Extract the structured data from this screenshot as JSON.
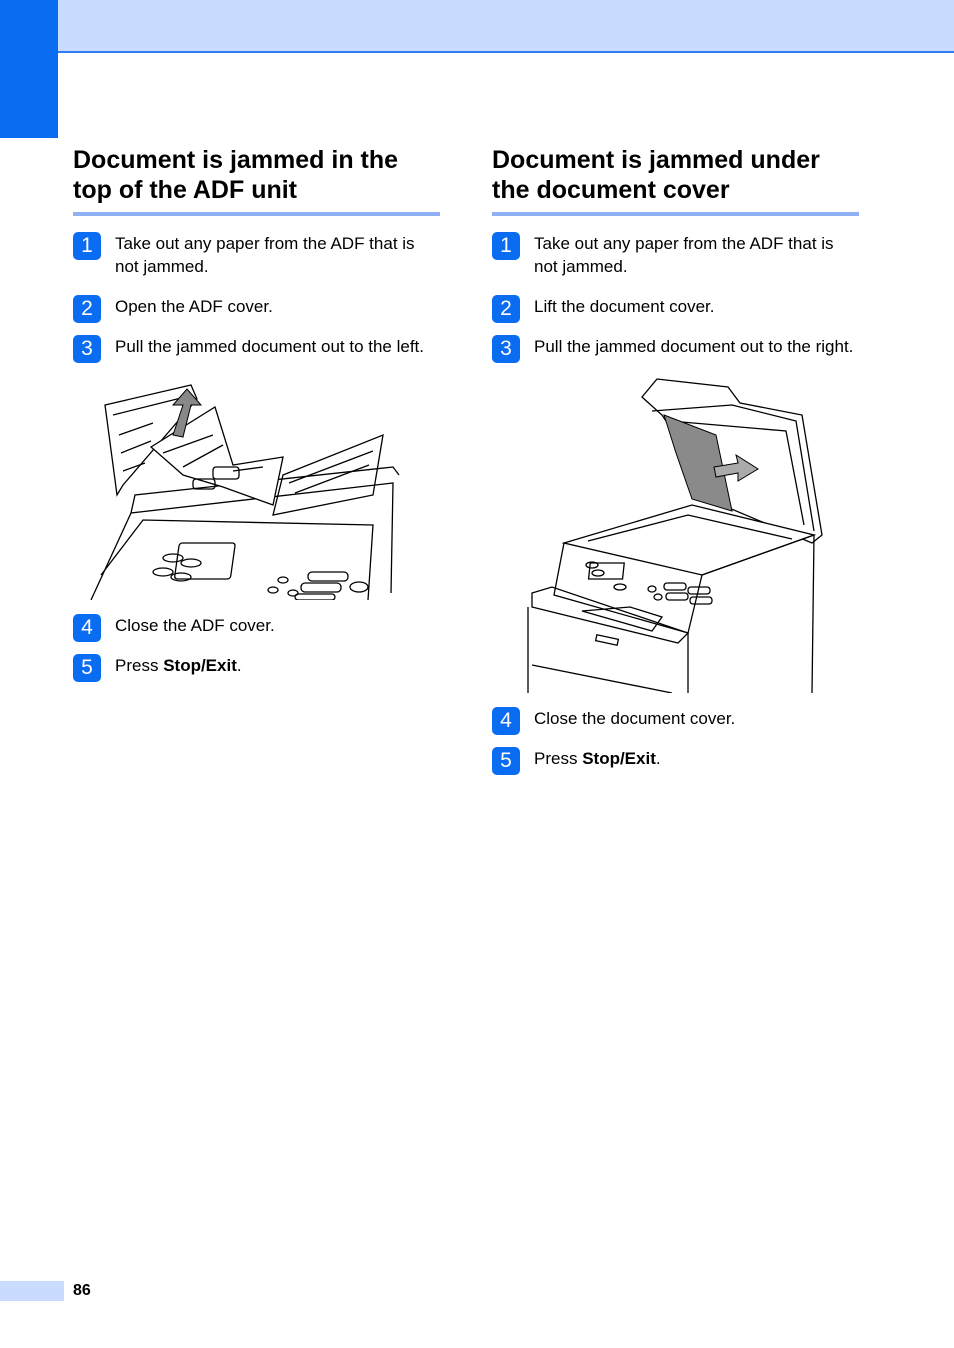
{
  "page_number": "86",
  "left": {
    "title": "Document is jammed in the top of the ADF unit",
    "steps_a": [
      {
        "num": "1",
        "text": "Take out any paper from the ADF that is not jammed."
      },
      {
        "num": "2",
        "text": "Open the ADF cover."
      },
      {
        "num": "3",
        "text": "Pull the jammed document out to the left."
      }
    ],
    "step4": {
      "num": "4",
      "text": "Close the ADF cover."
    },
    "step5": {
      "num": "5",
      "prefix": "Press ",
      "bold": "Stop/Exit",
      "suffix": "."
    }
  },
  "right": {
    "title": "Document is jammed under the document cover",
    "steps_a": [
      {
        "num": "1",
        "text": "Take out any paper from the ADF that is not jammed."
      },
      {
        "num": "2",
        "text": "Lift the document cover."
      },
      {
        "num": "3",
        "text": "Pull the jammed document out to the right."
      }
    ],
    "step4": {
      "num": "4",
      "text": "Close the document cover."
    },
    "step5": {
      "num": "5",
      "prefix": "Press ",
      "bold": "Stop/Exit",
      "suffix": "."
    }
  }
}
